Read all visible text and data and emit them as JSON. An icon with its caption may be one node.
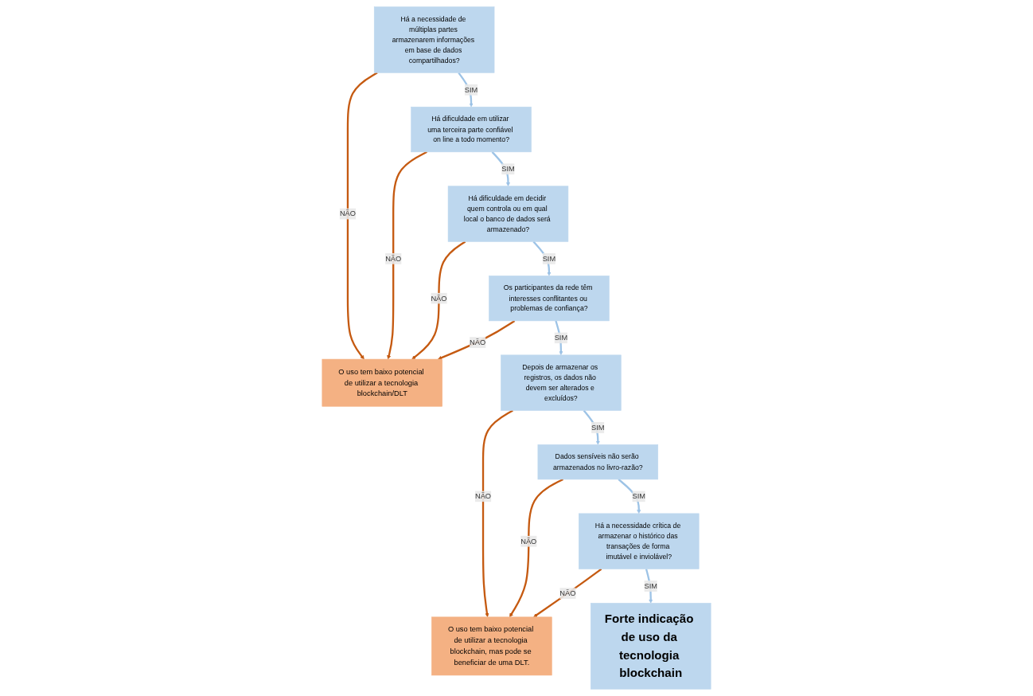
{
  "diagram": {
    "nodes": [
      {
        "text": [
          "Há a necessidade de múltiplas partes armazenarem informações em base de dados compartilhados?"
        ]
      },
      {
        "text": [
          "Há dificuldade em utilizar uma terceira parte confiável on line a todo momento?"
        ]
      },
      {
        "text": [
          "Há dificuldade em decidir quem controla ou em qual local o banco de dados será armazenado?"
        ]
      },
      {
        "text": [
          "Os participantes da rede têm interesses conflitantes ou problemas de confiança?"
        ]
      },
      {
        "text": [
          "O uso tem baixo potencial de utilizar a tecnologia blockchain/DLT"
        ]
      },
      {
        "text": [
          "O uso tem baixo potencial de utilizar a tecnologia blockchain, mas pode se beneficiar de uma DLT."
        ]
      },
      {
        "text": [
          "Depois de armazenar os registros, os dados não devem ser alterados e excluídos?"
        ]
      },
      {
        "text": [
          "Forte indicação de uso da tecnologia blockchain"
        ]
      },
      {
        "text": [
          "Há a necessidade crítica de armazenar o histórico das transações de forma imutável e inviolável?"
        ]
      },
      {
        "text": [
          "Dados sensíveis não serão armazenados no livro-razão?"
        ]
      }
    ],
    "edges": [
      {
        "from": 0,
        "to": 1,
        "arrow": "to",
        "label": "SIM"
      },
      {
        "from": 1,
        "to": 2,
        "arrow": "to",
        "label": "SIM"
      },
      {
        "from": 2,
        "to": 3,
        "arrow": "to",
        "label": "SIM"
      },
      {
        "from": 0,
        "to": 4,
        "arrow": "to",
        "label": "NÃO",
        "color": "#c55a11"
      },
      {
        "from": 1,
        "to": 4,
        "arrow": "to",
        "label": "NÃO",
        "color": "#c55a11"
      },
      {
        "from": 2,
        "to": 4,
        "arrow": "to",
        "label": "NÃO",
        "color": "#c55a11"
      },
      {
        "from": 3,
        "to": 4,
        "arrow": "to",
        "label": "NÃO",
        "color": "#c55a11"
      },
      {
        "from": 3,
        "to": 6,
        "arrow": "to",
        "label": "SIM"
      },
      {
        "from": 6,
        "to": 5,
        "arrow": "to",
        "label": "NÃO",
        "color": "#c55a11"
      },
      {
        "from": 6,
        "to": 9,
        "arrow": "to",
        "label": "SIM"
      },
      {
        "from": 9,
        "to": 5,
        "arrow": "to",
        "label": "NÃO",
        "color": "#c55a11"
      },
      {
        "from": 9,
        "to": 8,
        "arrow": "to",
        "label": "SIM"
      },
      {
        "from": 8,
        "to": 5,
        "arrow": "to",
        "label": "NÃO",
        "color": "#c55a11"
      },
      {
        "from": 8,
        "to": 7,
        "arrow": "to",
        "label": "SIM"
      }
    ]
  }
}
